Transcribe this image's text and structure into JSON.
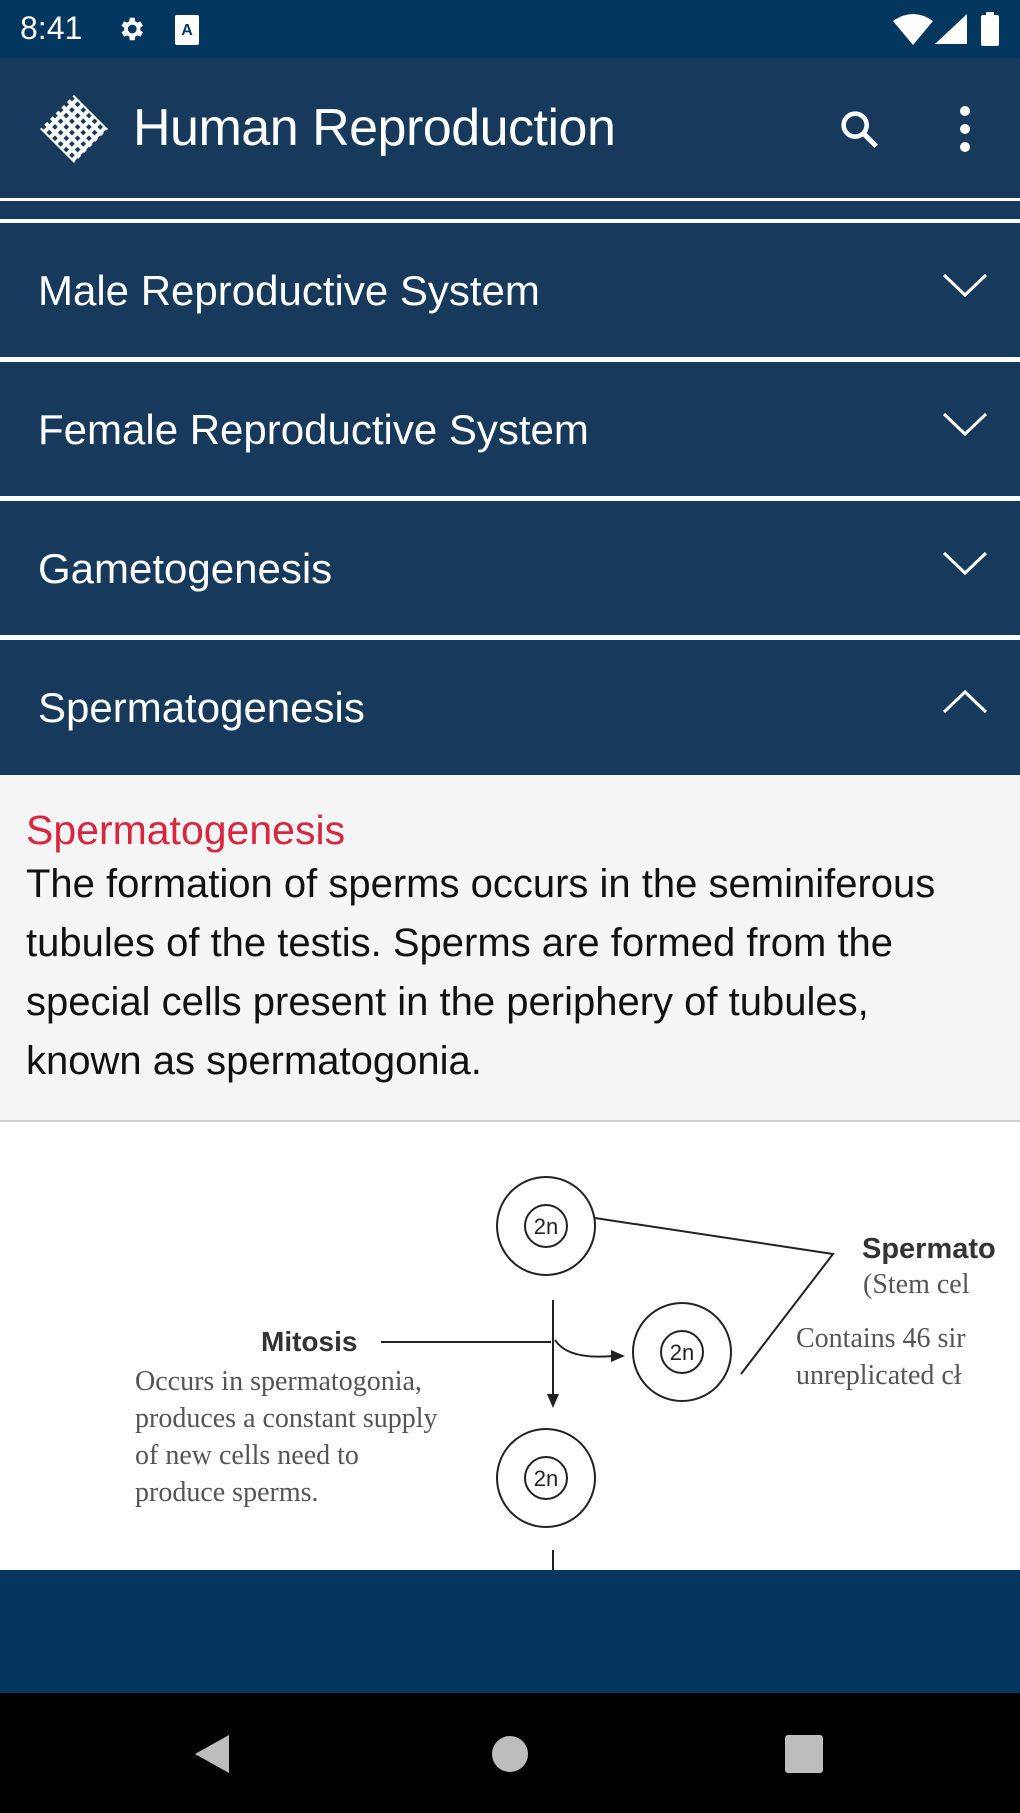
{
  "status_bar": {
    "time": "8:41",
    "icons": [
      "gear-icon",
      "text-a-icon",
      "wifi-icon",
      "signal-icon",
      "battery-icon"
    ]
  },
  "app_bar": {
    "title": "Human Reproduction",
    "icons": [
      "logo-icon",
      "search-icon",
      "more-vert-icon"
    ]
  },
  "sections": [
    {
      "label": "Male Reproductive System",
      "expanded": false
    },
    {
      "label": "Female Reproductive System",
      "expanded": false
    },
    {
      "label": "Gametogenesis",
      "expanded": false
    },
    {
      "label": "Spermatogenesis",
      "expanded": true
    }
  ],
  "content": {
    "heading": "Spermatogenesis",
    "body": "The formation of sperms occurs in the seminiferous tubules of the testis. Sperms are formed from the special cells present in the periphery of tubules, known as spermatogonia."
  },
  "diagram": {
    "cell_label": "2n",
    "mitosis": "Mitosis",
    "mitosis_desc": [
      "Occurs in spermatogonia,",
      "produces a constant supply",
      "of new cells need to",
      "produce sperms."
    ],
    "right_title": "Spermato",
    "right_sub": "(Stem cel",
    "right_desc": [
      "Contains 46 sir",
      "unreplicated cł"
    ]
  },
  "colors": {
    "accent": "#d9263f",
    "bar": "#173a5c",
    "status": "#03375f"
  }
}
